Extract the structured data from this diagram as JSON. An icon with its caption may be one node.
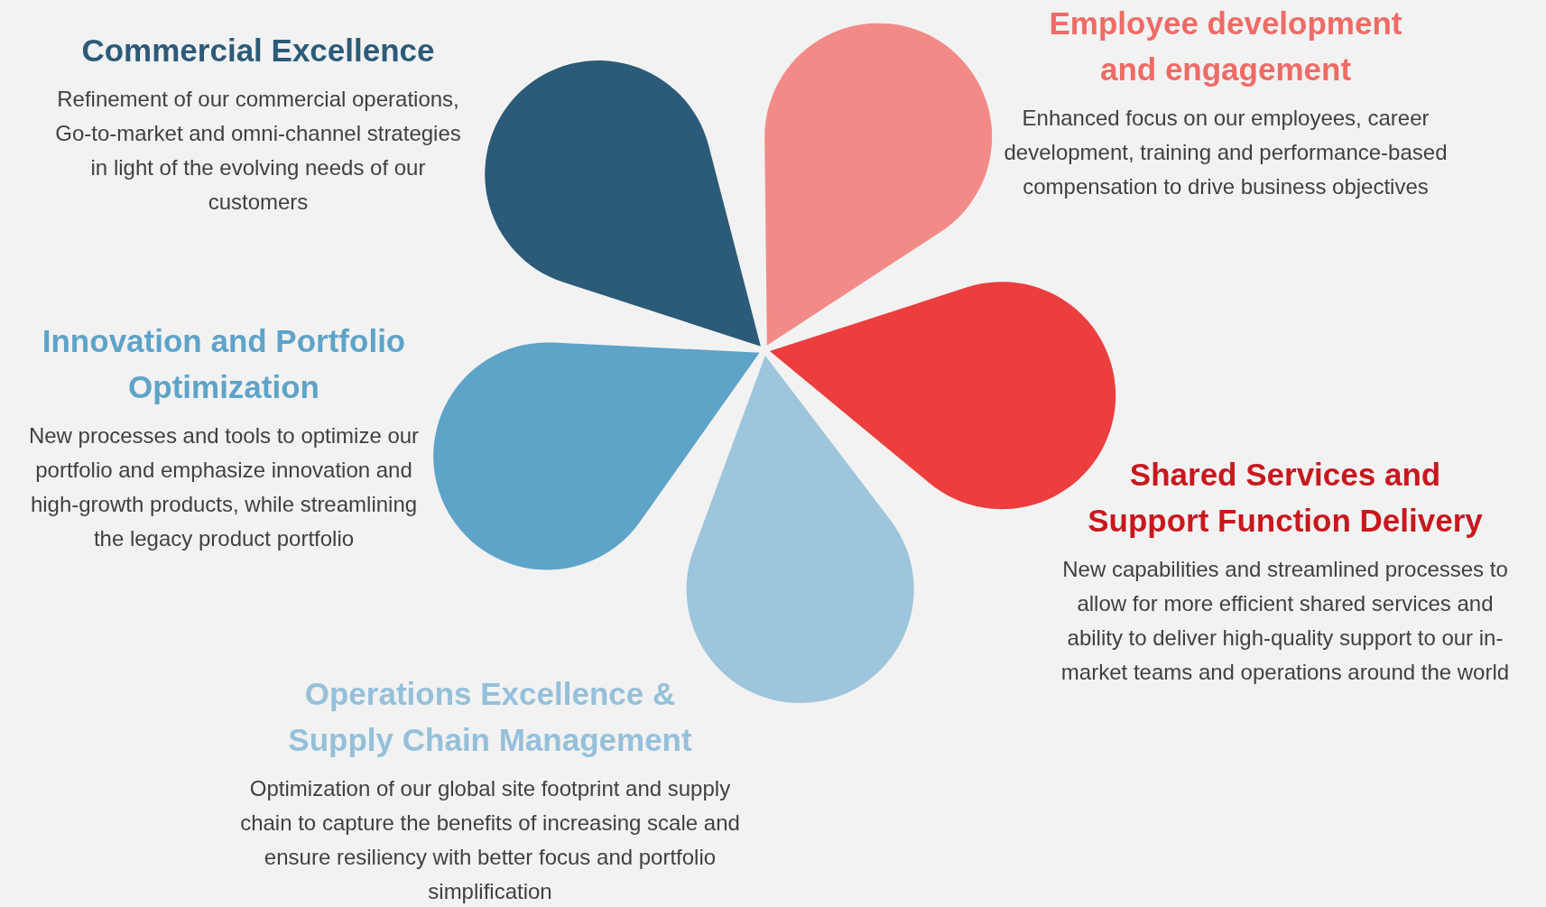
{
  "diagram": {
    "nodes": [
      {
        "text": [
          "Commercial Excellence",
          "Refinement of our commercial operations, Go-to-market and omni-channel strategies in light of the evolving needs of our customers"
        ]
      },
      {
        "text": [
          "Employee development and engagement",
          "Enhanced focus on our employees, career development, training and performance-based compensation to drive business objectives"
        ]
      },
      {
        "text": [
          "Innovation and Portfolio Optimization",
          "New processes and tools to optimize our portfolio and emphasize innovation and high-growth products, while streamlining the legacy product portfolio"
        ]
      },
      {
        "text": [
          "Shared Services and Support Function Delivery",
          "New capabilities and streamlined processes to allow for more efficient shared services and ability to deliver high-quality support to our in-market teams and operations around the world"
        ]
      },
      {
        "text": [
          "Operations Excellence & Supply Chain Management",
          "Optimization of our global site footprint and supply chain to capture the benefits of increasing scale and ensure resiliency with better focus and portfolio simplification"
        ]
      }
    ]
  }
}
